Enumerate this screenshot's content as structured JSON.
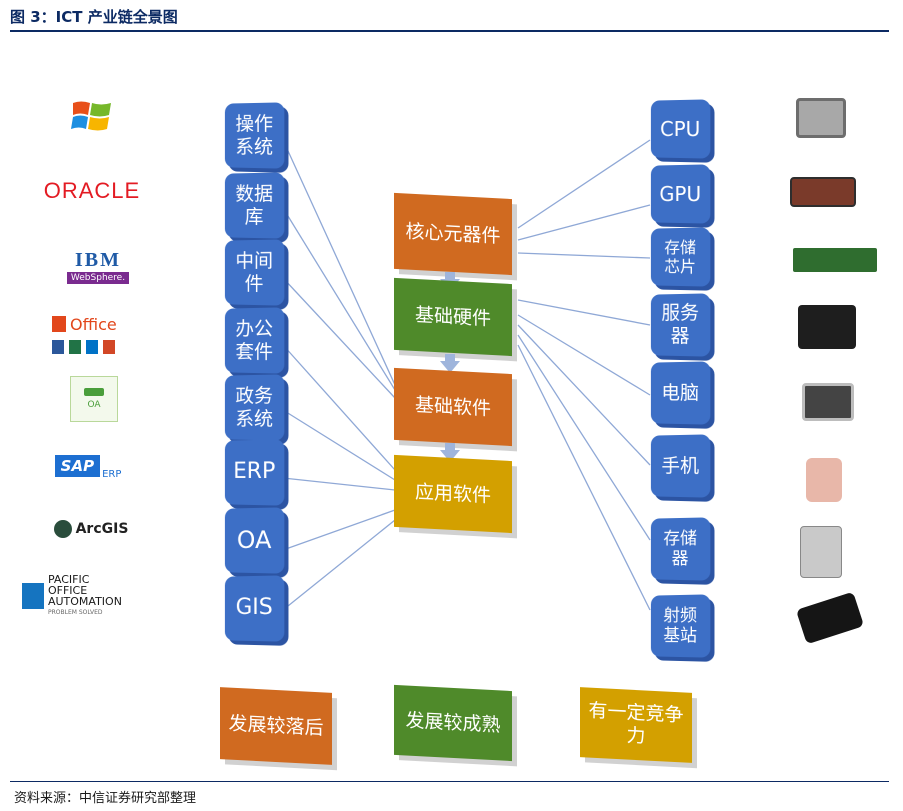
{
  "header": {
    "title": "图 3：ICT 产业链全景图"
  },
  "footer": {
    "source": "资料来源：中信证券研究部整理"
  },
  "software_boxes": [
    {
      "label": "操作系统",
      "lines": [
        "操作",
        "系统"
      ]
    },
    {
      "label": "数据库",
      "lines": [
        "数据",
        "库"
      ]
    },
    {
      "label": "中间件",
      "lines": [
        "中间",
        "件"
      ]
    },
    {
      "label": "办公套件",
      "lines": [
        "办公",
        "套件"
      ]
    },
    {
      "label": "政务系统",
      "lines": [
        "政务",
        "系统"
      ]
    },
    {
      "label": "ERP",
      "lines": [
        "ERP"
      ]
    },
    {
      "label": "OA",
      "lines": [
        "OA"
      ]
    },
    {
      "label": "GIS",
      "lines": [
        "GIS"
      ]
    }
  ],
  "hardware_boxes": [
    {
      "label": "CPU",
      "lines": [
        "CPU"
      ]
    },
    {
      "label": "GPU",
      "lines": [
        "GPU"
      ]
    },
    {
      "label": "存储芯片",
      "lines": [
        "存储",
        "芯片"
      ]
    },
    {
      "label": "服务器",
      "lines": [
        "服务",
        "器"
      ]
    },
    {
      "label": "电脑",
      "lines": [
        "电脑"
      ]
    },
    {
      "label": "手机",
      "lines": [
        "手机"
      ]
    },
    {
      "label": "存储器",
      "lines": [
        "存储",
        "器"
      ]
    },
    {
      "label": "射频基站",
      "lines": [
        "射频",
        "基站"
      ]
    }
  ],
  "chain": [
    {
      "label": "核心元器件",
      "color": "orange"
    },
    {
      "label": "基础硬件",
      "color": "green"
    },
    {
      "label": "基础软件",
      "color": "orange"
    },
    {
      "label": "应用软件",
      "color": "gold"
    }
  ],
  "legend": [
    {
      "label": "发展较落后",
      "color": "orange"
    },
    {
      "label": "发展较成熟",
      "color": "green"
    },
    {
      "label": "有一定竞争力",
      "lines": [
        "有一定竞争",
        "力"
      ],
      "color": "gold"
    }
  ],
  "colors": {
    "orange": "#d06a20",
    "green": "#4f8a2a",
    "gold": "#d3a000",
    "blue": "#3d6fc6",
    "navy": "#0c2a63"
  },
  "logos": {
    "oracle": "ORACLE",
    "ibm": "IBM",
    "websphere": "WebSphere.",
    "office": "Office",
    "oa": "OA",
    "sap": "SAP",
    "erp": "ERP",
    "arcgis": "ArcGIS",
    "pacific_line1": "PACIFIC OFFICE",
    "pacific_line2": "AUTOMATION",
    "pacific_line3": "PROBLEM SOLVED"
  }
}
